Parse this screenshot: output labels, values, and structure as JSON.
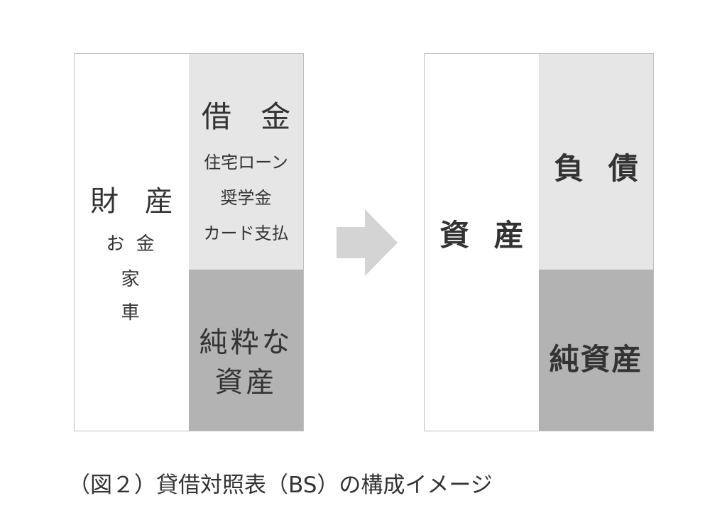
{
  "left_panel": {
    "assets": {
      "title": "財 産",
      "items": [
        "お 金",
        "家",
        "車"
      ]
    },
    "debt": {
      "title": "借 金",
      "items": [
        "住宅ローン",
        "奨学金",
        "カード支払"
      ]
    },
    "net_assets": {
      "lines": [
        "純粋な",
        "資産"
      ]
    }
  },
  "right_panel": {
    "assets": "資 産",
    "liabilities": "負 債",
    "net_assets": "純資産"
  },
  "caption": "（図２）貸借対照表（BS）の構成イメージ",
  "colors": {
    "border": "#bfbfbf",
    "light_gray": "#e6e6e6",
    "dark_gray": "#b3b3b3",
    "arrow": "#d4d4d4",
    "text": "#333333"
  },
  "icons": {
    "arrow": "right-arrow-icon"
  }
}
